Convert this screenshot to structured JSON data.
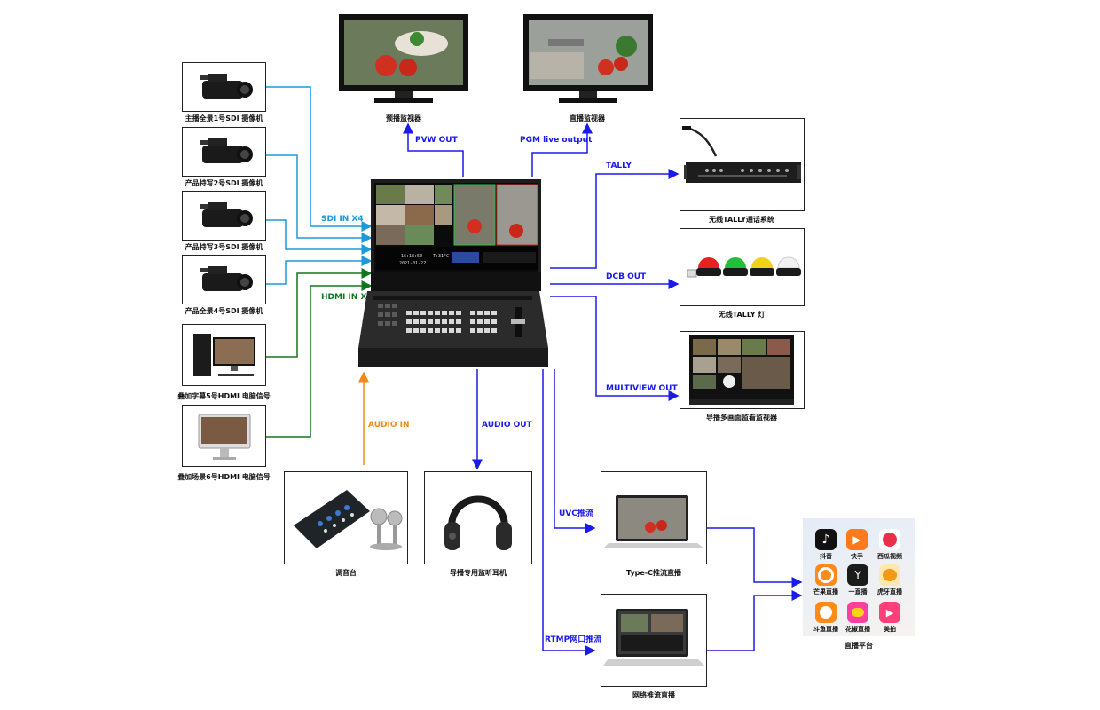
{
  "devices": {
    "camera1": "主播全景1号SDI 摄像机",
    "camera2": "产品特写2号SDI 摄像机",
    "camera3": "产品特写3号SDI 摄像机",
    "camera4": "产品全景4号SDI 摄像机",
    "pc5": "叠加字幕5号HDMI 电脑信号",
    "pc6": "叠加场景6号HDMI 电脑信号",
    "preview_monitor": "预播监视器",
    "live_monitor": "直播监视器",
    "tally_intercom": "无线TALLY通话系统",
    "tally_light": "无线TALLY 灯",
    "multiview_monitor": "导播多画面监看监视器",
    "mixer": "调音台",
    "headphones": "导播专用监听耳机",
    "typec_stream": "Type-C推流直播",
    "network_stream": "网络推流直播",
    "platforms": "直播平台"
  },
  "links": {
    "sdi_in": "SDI IN X4",
    "hdmi_in": "HDMI IN X2",
    "pvw_out": "PVW OUT",
    "pgm_out": "PGM live output",
    "tally": "TALLY",
    "dcb_out": "DCB OUT",
    "multiview_out": "MULTIVIEW  OUT",
    "audio_in": "AUDIO  IN",
    "audio_out": "AUDIO  OUT",
    "uvc": "UVC推流",
    "rtmp": "RTMP网口推流"
  },
  "switcher_screen": {
    "time": "16:18:50",
    "date": "2021-01-22",
    "temp": "T:31°C"
  },
  "apps": [
    {
      "name": "抖音",
      "color": "#111111"
    },
    {
      "name": "快手",
      "color": "#ff7a1a"
    },
    {
      "name": "西瓜视频",
      "color": "#ffffff"
    },
    {
      "name": "芒果直播",
      "color": "#ff8a1c"
    },
    {
      "name": "一直播",
      "color": "#1b1b1b"
    },
    {
      "name": "虎牙直播",
      "color": "#ffe8b0"
    },
    {
      "name": "斗鱼直播",
      "color": "#ff8c1a"
    },
    {
      "name": "花椒直播",
      "color": "#ff3fa0"
    },
    {
      "name": "美拍",
      "color": "#ff3f7a"
    }
  ],
  "colors": {
    "sdi_wire": "#1a9ad8",
    "hdmi_wire": "#11771f",
    "output_wire": "#1a1aee",
    "audio_in_wire": "#f08a1c"
  }
}
